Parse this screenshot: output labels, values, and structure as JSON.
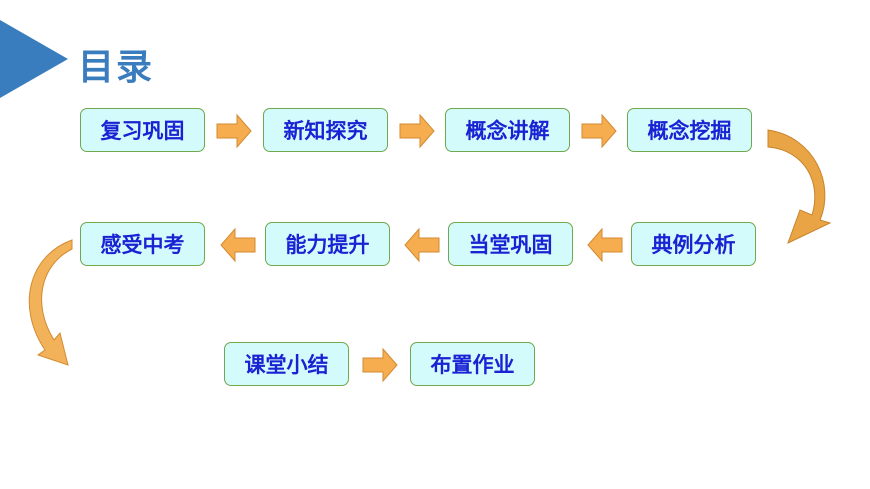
{
  "title": "目录",
  "steps": [
    "复习巩固",
    "新知探究",
    "概念讲解",
    "概念挖掘",
    "典例分析",
    "当堂巩固",
    "能力提升",
    "感受中考",
    "课堂小结",
    "布置作业"
  ],
  "colors": {
    "accent": "#3a7dbf",
    "box_text": "#1a22d4",
    "box_fill": "#d4fbfb",
    "arrow": "#f5ad4f"
  }
}
